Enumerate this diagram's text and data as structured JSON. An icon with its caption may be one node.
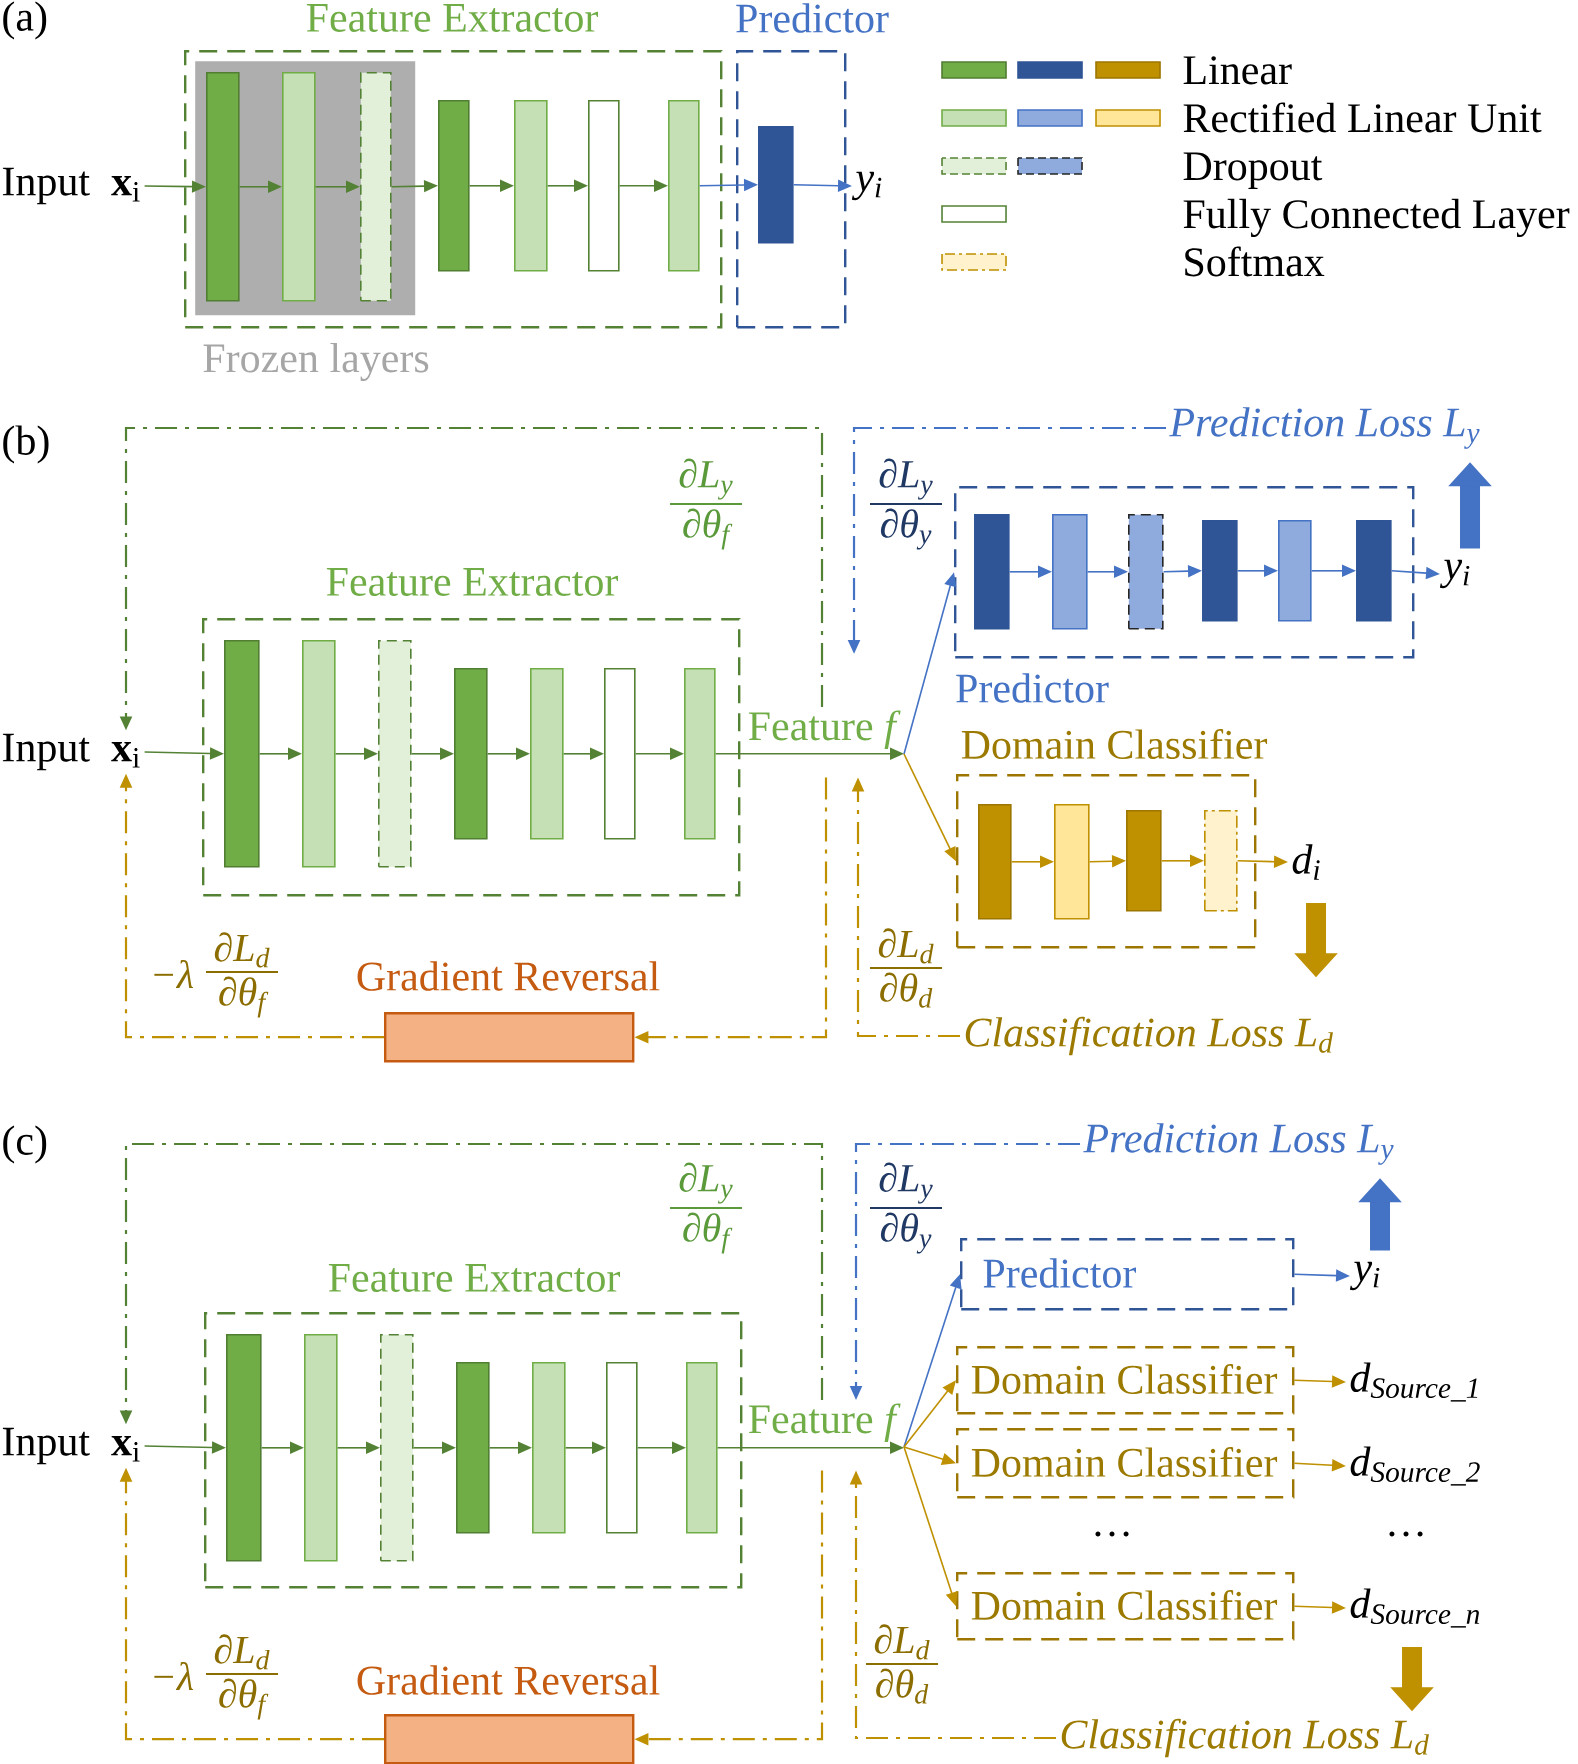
{
  "diagram": {
    "nodes": [
      {
        "text": [
          "Input **x**$_{i}$"
        ]
      },
      {
        "text": [
          "Feature Extractor"
        ]
      },
      {
        "text": [
          "Frozen layers"
        ],
        "in": 1
      },
      {
        "text": [],
        "shape": "bar",
        "in": 2
      },
      {
        "text": [],
        "shape": "bar",
        "in": 2
      },
      {
        "text": [],
        "shape": "bar",
        "in": 2
      },
      {
        "text": [],
        "shape": "bar",
        "in": 1
      },
      {
        "text": [],
        "shape": "bar",
        "in": 1
      },
      {
        "text": [],
        "shape": "bar",
        "in": 1
      },
      {
        "text": [],
        "shape": "bar",
        "in": 1
      },
      {
        "text": [
          "Predictor"
        ]
      },
      {
        "text": [],
        "shape": "bar",
        "in": 10
      },
      {
        "text": [
          "y$_{i}$"
        ]
      },
      {
        "text": [
          "Prediction Loss L$_{y}$"
        ]
      },
      {
        "text": [
          "Input **x**$_{i}$"
        ]
      },
      {
        "text": [
          "Feature Extractor"
        ]
      },
      {
        "text": [],
        "shape": "bar",
        "in": 15
      },
      {
        "text": [],
        "shape": "bar",
        "in": 15
      },
      {
        "text": [],
        "shape": "bar",
        "in": 15
      },
      {
        "text": [],
        "shape": "bar",
        "in": 15
      },
      {
        "text": [],
        "shape": "bar",
        "in": 15
      },
      {
        "text": [],
        "shape": "bar",
        "in": 15
      },
      {
        "text": [],
        "shape": "bar",
        "in": 15
      },
      {
        "text": [
          "Feature *f*"
        ]
      },
      {
        "text": [
          "Predictor"
        ]
      },
      {
        "text": [],
        "shape": "bar",
        "in": 24
      },
      {
        "text": [],
        "shape": "bar",
        "in": 24
      },
      {
        "text": [],
        "shape": "bar",
        "in": 24
      },
      {
        "text": [],
        "shape": "bar",
        "in": 24
      },
      {
        "text": [],
        "shape": "bar",
        "in": 24
      },
      {
        "text": [],
        "shape": "bar",
        "in": 24
      },
      {
        "text": [
          "y$_{i}$"
        ]
      },
      {
        "text": [
          "Domain Classifier"
        ]
      },
      {
        "text": [],
        "shape": "bar",
        "in": 32
      },
      {
        "text": [],
        "shape": "bar",
        "in": 32
      },
      {
        "text": [],
        "shape": "bar",
        "in": 32
      },
      {
        "text": [],
        "shape": "bar",
        "in": 32
      },
      {
        "text": [
          "d$_{i}$"
        ]
      },
      {
        "text": [
          "Gradient Reversal"
        ]
      },
      {
        "text": [
          "Classification Loss L$_{d}$"
        ]
      },
      {
        "text": [
          "Prediction Loss L$_{y}$"
        ]
      },
      {
        "text": [
          "Input **x**$_{i}$"
        ]
      },
      {
        "text": [
          "Feature Extractor"
        ]
      },
      {
        "text": [],
        "shape": "bar",
        "in": 42
      },
      {
        "text": [],
        "shape": "bar",
        "in": 42
      },
      {
        "text": [],
        "shape": "bar",
        "in": 42
      },
      {
        "text": [],
        "shape": "bar",
        "in": 42
      },
      {
        "text": [],
        "shape": "bar",
        "in": 42
      },
      {
        "text": [],
        "shape": "bar",
        "in": 42
      },
      {
        "text": [],
        "shape": "bar",
        "in": 42
      },
      {
        "text": [
          "Feature *f*"
        ]
      },
      {
        "text": [
          "Predictor"
        ]
      },
      {
        "text": [
          "y$_{i}$"
        ]
      },
      {
        "text": [
          "Domain Classifier"
        ]
      },
      {
        "text": [
          "d$_{Source_1}$"
        ]
      },
      {
        "text": [
          "Domain Classifier"
        ]
      },
      {
        "text": [
          "d$_{Source_2}$"
        ]
      },
      {
        "text": [
          "Domain Classifier"
        ]
      },
      {
        "text": [
          "d$_{Source_n}$"
        ]
      },
      {
        "text": [
          "Gradient Reversal"
        ]
      },
      {
        "text": [
          "Classification Loss L$_{d}$"
        ]
      }
    ],
    "edges": [
      {
        "from": 0,
        "to": 3,
        "arrow": "to"
      },
      {
        "from": 3,
        "to": 4,
        "arrow": "to"
      },
      {
        "from": 4,
        "to": 5,
        "arrow": "to"
      },
      {
        "from": 5,
        "to": 6,
        "arrow": "to"
      },
      {
        "from": 6,
        "to": 7,
        "arrow": "to"
      },
      {
        "from": 7,
        "to": 8,
        "arrow": "to"
      },
      {
        "from": 8,
        "to": 9,
        "arrow": "to"
      },
      {
        "from": 9,
        "to": 11,
        "arrow": "to",
        "color": "#4472c4"
      },
      {
        "from": 11,
        "to": 12,
        "arrow": "to",
        "color": "#4472c4"
      },
      {
        "from": 14,
        "to": 16,
        "arrow": "to"
      },
      {
        "from": 16,
        "to": 17,
        "arrow": "to"
      },
      {
        "from": 17,
        "to": 18,
        "arrow": "to"
      },
      {
        "from": 18,
        "to": 19,
        "arrow": "to"
      },
      {
        "from": 19,
        "to": 20,
        "arrow": "to"
      },
      {
        "from": 20,
        "to": 21,
        "arrow": "to"
      },
      {
        "from": 21,
        "to": 22,
        "arrow": "to"
      },
      {
        "from": 22,
        "to": 23,
        "arrow": "to"
      },
      {
        "from": 23,
        "to": 24,
        "arrow": "to",
        "color": "#4472c4"
      },
      {
        "from": 23,
        "to": 32,
        "arrow": "to",
        "color": "#bf9000"
      },
      {
        "from": 25,
        "to": 26,
        "arrow": "to",
        "color": "#4472c4"
      },
      {
        "from": 26,
        "to": 27,
        "arrow": "to",
        "color": "#4472c4"
      },
      {
        "from": 27,
        "to": 28,
        "arrow": "to",
        "color": "#4472c4"
      },
      {
        "from": 28,
        "to": 29,
        "arrow": "to",
        "color": "#4472c4"
      },
      {
        "from": 29,
        "to": 30,
        "arrow": "to",
        "color": "#4472c4"
      },
      {
        "from": 30,
        "to": 31,
        "arrow": "to",
        "color": "#4472c4"
      },
      {
        "from": 33,
        "to": 34,
        "arrow": "to",
        "color": "#bf9000"
      },
      {
        "from": 34,
        "to": 35,
        "arrow": "to",
        "color": "#bf9000"
      },
      {
        "from": 35,
        "to": 36,
        "arrow": "to",
        "color": "#bf9000"
      },
      {
        "from": 36,
        "to": 37,
        "arrow": "to",
        "color": "#bf9000"
      },
      {
        "from": 23,
        "to": 14,
        "arrow": "to",
        "style": "dashed"
      },
      {
        "from": 13,
        "to": null,
        "arrow": "to",
        "style": "dashed",
        "color": "#4472c4"
      },
      {
        "from": 39,
        "to": 23,
        "arrow": "to",
        "style": "dashed",
        "color": "#bf9000"
      },
      {
        "from": 23,
        "to": 38,
        "arrow": "to",
        "style": "dashed",
        "color": "#bf9000"
      },
      {
        "from": 38,
        "to": 14,
        "arrow": "to",
        "style": "dashed",
        "color": "#bf9000"
      },
      {
        "from": 41,
        "to": 43,
        "arrow": "to"
      },
      {
        "from": 43,
        "to": 44,
        "arrow": "to"
      },
      {
        "from": 44,
        "to": 45,
        "arrow": "to"
      },
      {
        "from": 45,
        "to": 46,
        "arrow": "to"
      },
      {
        "from": 46,
        "to": 47,
        "arrow": "to"
      },
      {
        "from": 47,
        "to": 48,
        "arrow": "to"
      },
      {
        "from": 48,
        "to": 49,
        "arrow": "to"
      },
      {
        "from": 49,
        "to": 50,
        "arrow": "to"
      },
      {
        "from": 50,
        "to": 51,
        "arrow": "to",
        "color": "#4472c4"
      },
      {
        "from": 50,
        "to": 53,
        "arrow": "to",
        "color": "#bf9000"
      },
      {
        "from": 50,
        "to": 55,
        "arrow": "to",
        "color": "#bf9000"
      },
      {
        "from": 50,
        "to": 57,
        "arrow": "to",
        "color": "#bf9000"
      },
      {
        "from": 51,
        "to": 52,
        "arrow": "to",
        "color": "#4472c4"
      },
      {
        "from": 53,
        "to": 54,
        "arrow": "to",
        "color": "#bf9000"
      },
      {
        "from": 55,
        "to": 56,
        "arrow": "to",
        "color": "#bf9000"
      },
      {
        "from": 57,
        "to": 58,
        "arrow": "to",
        "color": "#bf9000"
      },
      {
        "from": 50,
        "to": 41,
        "arrow": "to",
        "style": "dashed"
      },
      {
        "from": 40,
        "to": 50,
        "arrow": "to",
        "style": "dashed",
        "color": "#4472c4"
      },
      {
        "from": 60,
        "to": 50,
        "arrow": "to",
        "style": "dashed",
        "color": "#bf9000"
      },
      {
        "from": 50,
        "to": 59,
        "arrow": "to",
        "style": "dashed",
        "color": "#bf9000"
      },
      {
        "from": 59,
        "to": 41,
        "arrow": "to",
        "style": "dashed",
        "color": "#bf9000"
      },
      {
        "from": 31,
        "to": 13,
        "arrow": "to",
        "style": "thick",
        "color": "#4472c4"
      },
      {
        "from": 37,
        "to": 39,
        "arrow": "to",
        "style": "thick",
        "color": "#bf9000"
      },
      {
        "from": 52,
        "to": 40,
        "arrow": "to",
        "style": "thick",
        "color": "#4472c4"
      },
      {
        "from": 58,
        "to": 60,
        "arrow": "to",
        "style": "thick",
        "color": "#bf9000"
      }
    ],
    "labels": [
      "(a)",
      "(b)",
      "∂L$_{y}$",
      "∂θ$_{f}$",
      "∂L$_{y}$",
      "∂θ$_{y}$",
      "−λ",
      "∂L$_{d}$",
      "∂θ$_{f}$",
      "∂L$_{d}$",
      "∂θ$_{d}$",
      "(c)",
      "∂L$_{y}$",
      "∂θ$_{f}$",
      "∂L$_{y}$",
      "∂θ$_{y}$",
      "…",
      "…",
      "−λ",
      "∂L$_{d}$",
      "∂θ$_{f}$",
      "∂L$_{d}$",
      "∂θ$_{d}$"
    ],
    "legend": [
      {
        "text": "Linear"
      },
      {
        "text": "Rectified Linear Unit"
      },
      {
        "text": "Dropout"
      },
      {
        "text": "Fully Connected Layer"
      },
      {
        "text": "Softmax"
      }
    ]
  }
}
